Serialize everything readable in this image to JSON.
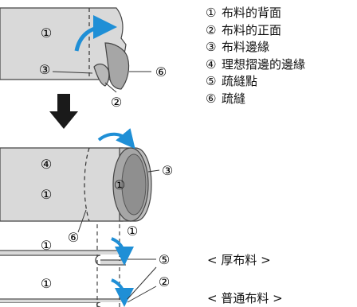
{
  "legend": [
    {
      "num": "①",
      "text": "布料的背面"
    },
    {
      "num": "②",
      "text": "布料的正面"
    },
    {
      "num": "③",
      "text": "布料邊緣"
    },
    {
      "num": "④",
      "text": "理想摺邊的邊緣"
    },
    {
      "num": "⑤",
      "text": "疏縫點"
    },
    {
      "num": "⑥",
      "text": "疏縫"
    }
  ],
  "fabric_labels": {
    "thick": "< 厚布料 >",
    "normal": "< 普通布料 >"
  },
  "callouts": {
    "top": {
      "one": "①",
      "three": "③",
      "two": "②",
      "six": "⑥"
    },
    "middle": {
      "four": "④",
      "one_left": "①",
      "one_center": "①",
      "three": "③",
      "six": "⑥",
      "one_bottom": "①"
    },
    "thick": {
      "one": "①",
      "five": "⑤"
    },
    "normal": {
      "one": "①",
      "two": "②"
    }
  },
  "colors": {
    "fabric_back": "#d9d9d9",
    "fabric_front": "#a6a6a6",
    "arrow_blue": "#1f8fd6",
    "arrow_dark": "#1a1a1a"
  }
}
